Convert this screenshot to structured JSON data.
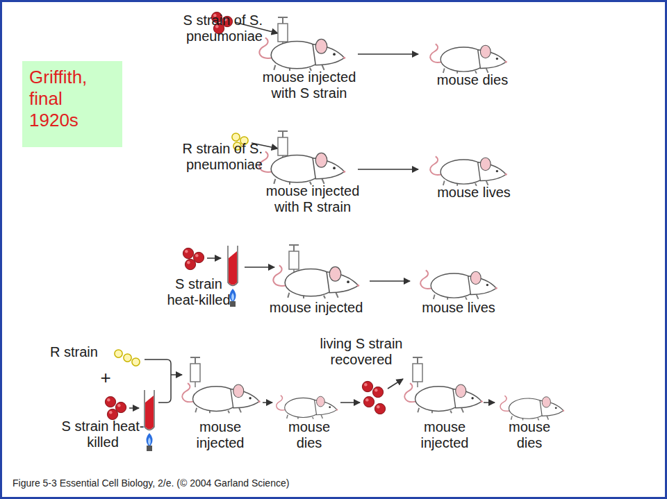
{
  "diagram": {
    "caption": "Figure 5-3 Essential Cell Biology, 2/e. (© 2004 Garland Science)",
    "nodes": [
      {
        "text": [
          "Griffith, final 1920s"
        ]
      }
    ],
    "labels": [
      "S strain of S. pneumoniae",
      "mouse injected with S strain",
      "mouse dies",
      "R strain of S. pneumoniae",
      "mouse injected with R strain",
      "mouse lives",
      "S strain heat-killed",
      "mouse injected",
      "mouse lives",
      "R strain",
      "+",
      "S strain heat-killed",
      "mouse injected",
      "mouse dies",
      "living S strain recovered",
      "mouse injected",
      "mouse dies"
    ]
  }
}
